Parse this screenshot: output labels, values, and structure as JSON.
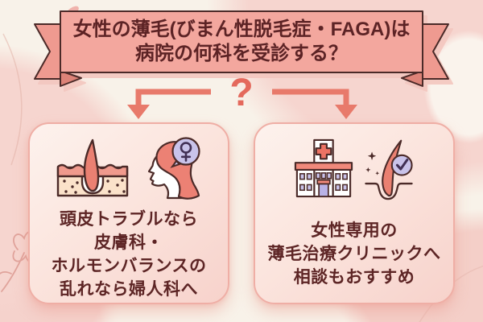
{
  "banner": {
    "line1": "女性の薄毛(びまん性脱毛症・FAGA)は",
    "line2": "病院の何科を受診する？"
  },
  "connector": {
    "question": "?"
  },
  "cards": {
    "left": {
      "lines": [
        "頭皮トラブルなら",
        "皮膚科・",
        "ホルモンバランスの",
        "乱れなら婦人科へ"
      ],
      "icons": [
        "hair-follicle-icon",
        "woman-profile-female-symbol-icon"
      ]
    },
    "right": {
      "lines": [
        "女性専用の",
        "薄毛治療クリニックへ",
        "相談もおすすめ"
      ],
      "icons": [
        "hospital-icon",
        "hair-follicle-check-icon"
      ]
    }
  },
  "colors": {
    "background_cream": "#f8f2e9",
    "background_pink": "#f6d5cf",
    "banner_fill": "#f3a79e",
    "banner_tail": "#ef9a90",
    "banner_fold": "#dd8378",
    "banner_text": "#5c2325",
    "card_border": "#efaea5",
    "card_fill_top": "#fdf2ed",
    "card_fill_bottom": "#f7d2cb",
    "card_text": "#5d2525",
    "accent_coral": "#e87a6b",
    "lavender": "#c9c3ea",
    "outline_dark": "#4b2a28"
  }
}
